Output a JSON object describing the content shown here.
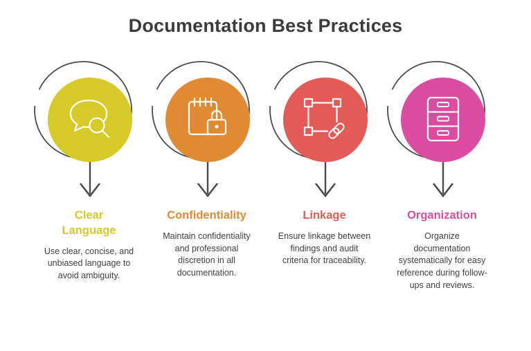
{
  "title": "Documentation Best Practices",
  "colors": {
    "title": "#3b3b3b",
    "body_text": "#414042",
    "line": "#4a4a4a",
    "icon_stroke": "#ffffff"
  },
  "items": [
    {
      "title": "Clear\nLanguage",
      "description": "Use clear, concise, and unbiased language to avoid ambiguity.",
      "color": "#d5ca28",
      "icon": "chat-search-icon"
    },
    {
      "title": "Confidentiality",
      "description": "Maintain confidentiality and professional discretion in all documentation.",
      "color": "#e08b33",
      "icon": "notepad-lock-icon"
    },
    {
      "title": "Linkage",
      "description": "Ensure linkage between findings and audit criteria for traceability.",
      "color": "#e45a56",
      "icon": "link-nodes-icon"
    },
    {
      "title": "Organization",
      "description": "Organize documentation systematically for easy reference during follow-ups and reviews.",
      "color": "#da4c9f",
      "icon": "file-cabinet-icon"
    }
  ]
}
